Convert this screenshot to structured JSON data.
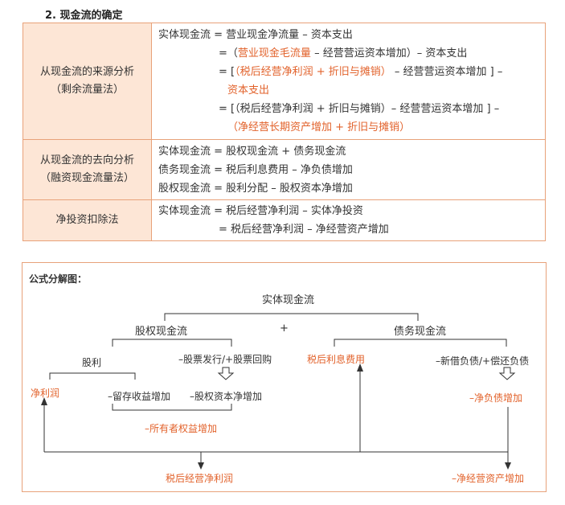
{
  "section_title": "2. 现金流的确定",
  "table": {
    "rows": [
      {
        "label_lines": [
          "从现金流的来源分析",
          "（剩余流量法）"
        ],
        "lines": [
          [
            "实体现金流 = 营业现金净流量 – 资本支出"
          ],
          [
            "=（",
            "营业现金毛流量",
            "– 经营营运资本增加）– 资本支出"
          ],
          [
            "= [",
            "（税后经营净利润 + 折旧与摊销）",
            "– 经营营运资本增加 ] –"
          ],
          [
            "",
            "资本支出",
            ""
          ],
          [
            "= [（税后经营净利润 + 折旧与摊销）– 经营营运资本增加 ] –"
          ],
          [
            "",
            "（净经营长期资产增加 + 折旧与摊销）",
            ""
          ]
        ]
      },
      {
        "label_lines": [
          "从现金流的去向分析",
          "（融资现金流量法）"
        ],
        "lines": [
          [
            "实体现金流 = 股权现金流 + 债务现金流"
          ],
          [
            "债务现金流 = 税后利息费用 – 净负债增加"
          ],
          [
            "股权现金流 = 股利分配 – 股权资本净增加"
          ]
        ]
      },
      {
        "label_lines": [
          "净投资扣除法"
        ],
        "lines": [
          [
            "实体现金流 = 税后经营净利润 – 实体净投资"
          ],
          [
            "= 税后经营净利润 – 净经营资产增加"
          ]
        ]
      }
    ]
  },
  "diagram": {
    "title": "公式分解图：",
    "entity_cf": "实体现金流",
    "equity_cf": "股权现金流",
    "plus": "+",
    "debt_cf": "债务现金流",
    "dividend": "股利",
    "stock_issue": "–股票发行/+股票回购",
    "after_tax_interest": "税后利息费用",
    "new_debt": "–新借负债/+偿还负债",
    "net_profit": "净利润",
    "retained": "–留存收益增加",
    "equity_increase": "–股权资本净增加",
    "net_debt_increase": "–净负债增加",
    "owner_equity": "–所有者权益增加",
    "after_tax_op_profit": "税后经营净利润",
    "net_op_asset_increase": "–净经营资产增加",
    "accent_color": "#e2622b",
    "border_color": "#e8a27a",
    "label_bg": "#fde6d6"
  }
}
